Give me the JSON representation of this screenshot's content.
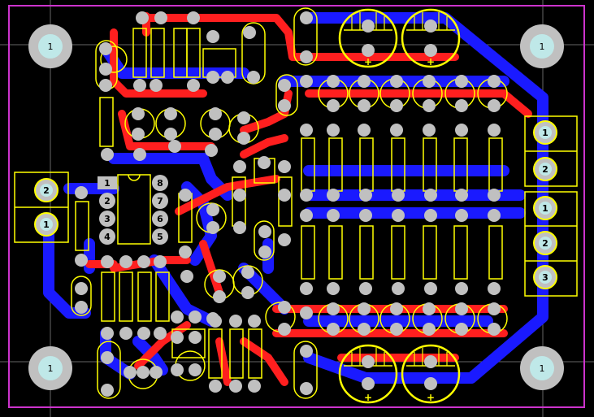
{
  "colors": {
    "background": "#000000",
    "outline": "#cc33cc",
    "guide": "#666666",
    "top_copper": "#ff1f1f",
    "bottom_copper": "#1a1aff",
    "silkscreen": "#ffff00",
    "pad": "#c0c0c0",
    "hole": "#bfe8e8"
  },
  "mounting_holes": {
    "label": "1",
    "icon": "mounting-hole-icon"
  },
  "ic": {
    "pin_labels": [
      "1",
      "2",
      "3",
      "4",
      "5",
      "6",
      "7",
      "8"
    ]
  },
  "connectors": {
    "left": {
      "pin_labels": [
        "2",
        "1"
      ]
    },
    "right_top": {
      "pin_labels": [
        "1",
        "2"
      ]
    },
    "right_bottom": {
      "pin_labels": [
        "1",
        "2",
        "3"
      ]
    }
  },
  "polarity_mark": "+"
}
